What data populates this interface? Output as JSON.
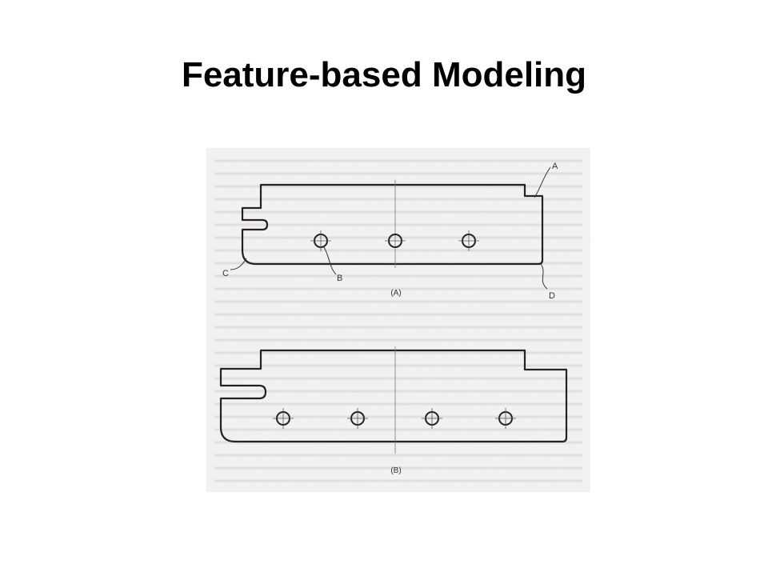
{
  "slide": {
    "title": "Feature-based Modeling"
  },
  "figure": {
    "view_a": {
      "caption": "(A)",
      "callouts": {
        "a": "A",
        "b": "B",
        "c": "C",
        "d": "D"
      }
    },
    "view_b": {
      "caption": "(B)"
    }
  },
  "colors": {
    "background": "#ffffff",
    "paper": "#f4f2f2",
    "line": "#222222",
    "label": "#333333"
  }
}
